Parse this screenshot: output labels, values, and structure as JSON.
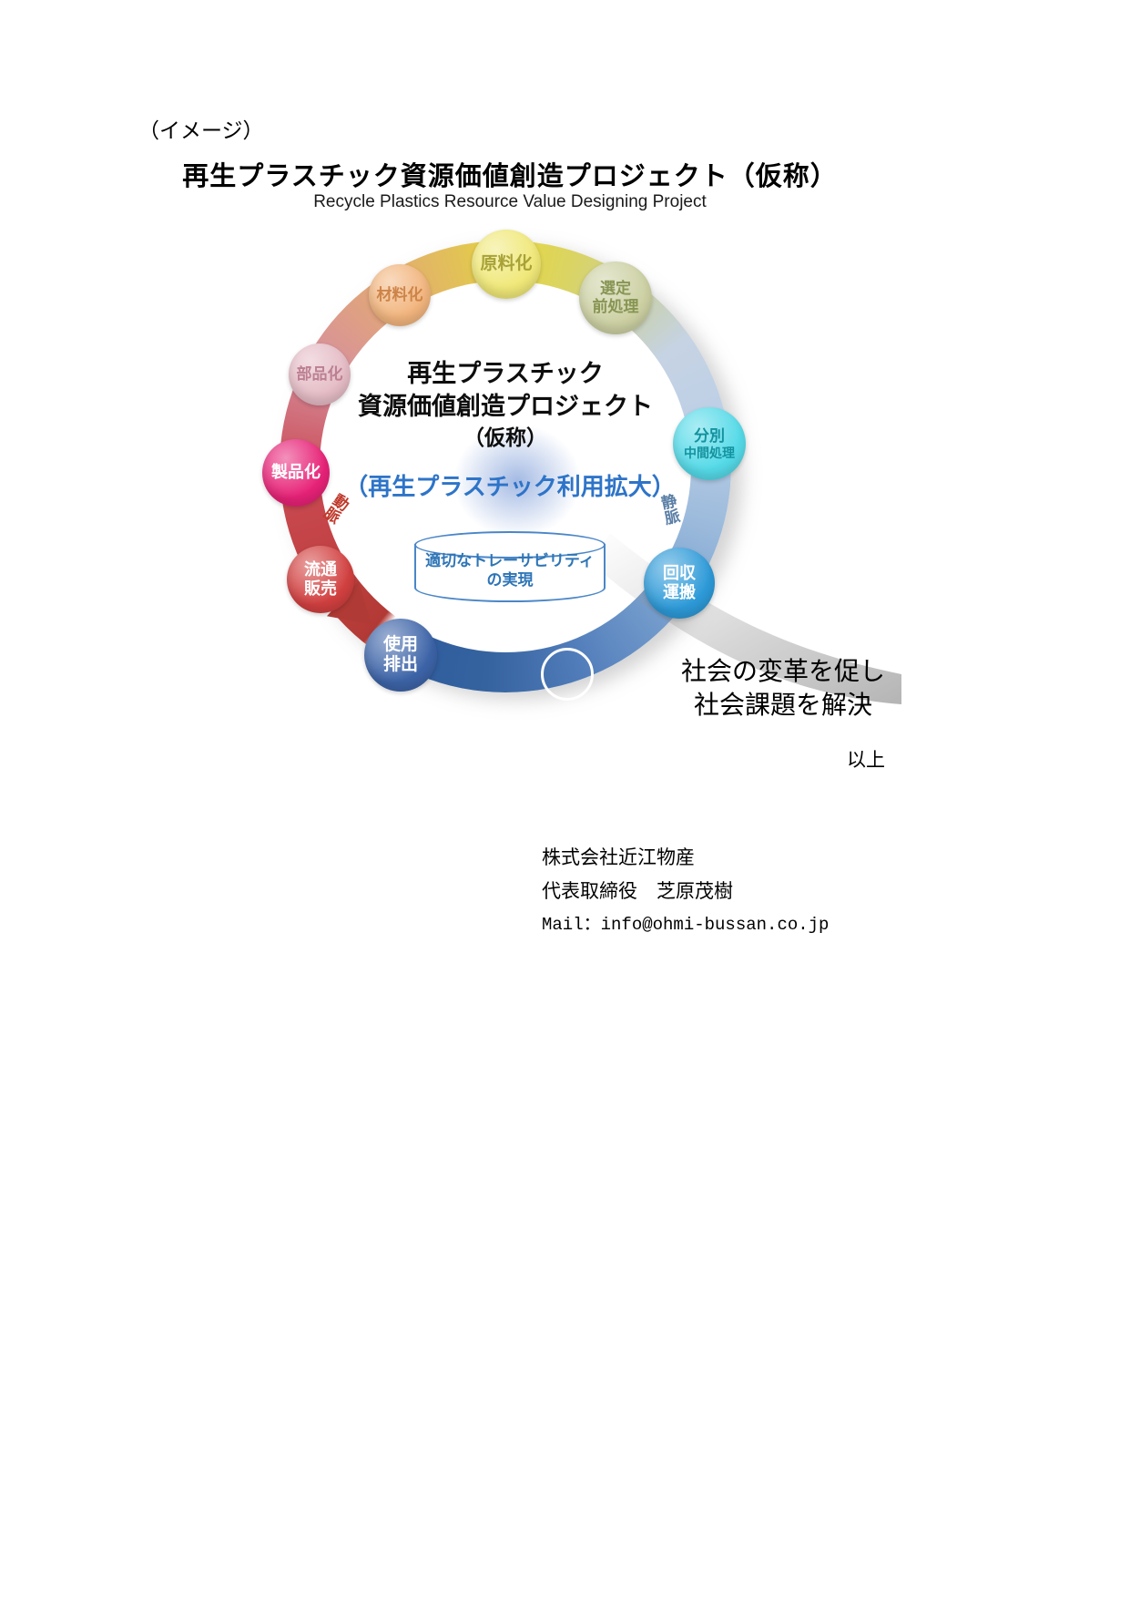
{
  "page": {
    "tag": "（イメージ）",
    "title": "再生プラスチック資源価値創造プロジェクト（仮称）",
    "subtitle": "Recycle Plastics Resource Value Designing Project",
    "closing": "以上"
  },
  "diagram": {
    "center_title": [
      "再生プラスチック",
      "資源価値創造プロジェクト",
      "（仮称）"
    ],
    "expansion_note": "（再生プラスチック利用拡大）",
    "cylinder": [
      "適切なトレーサビリティ",
      "の実現"
    ],
    "artery_label": "動脈",
    "vein_label": "静脈",
    "nodes": [
      {
        "name": "raw-material",
        "lines": [
          "原料化"
        ],
        "bg": "#f0e878",
        "fg": "#a8a238"
      },
      {
        "name": "selection-pretreatment",
        "lines": [
          "選定",
          "前処理"
        ],
        "bg": "#ccd0a2",
        "fg": "#879554"
      },
      {
        "name": "materialization",
        "lines": [
          "材料化"
        ],
        "bg": "#f2b57e",
        "fg": "#cd8448"
      },
      {
        "name": "parts",
        "lines": [
          "部品化"
        ],
        "bg": "#e5bcc6",
        "fg": "#bc7f92"
      },
      {
        "name": "sorting-intermediate",
        "lines": [
          "分別",
          "中間処理"
        ],
        "bg": "#55dae8",
        "fg": "#14929f"
      },
      {
        "name": "productization",
        "lines": [
          "製品化"
        ],
        "bg": "#e72277",
        "fg": "#ffffff"
      },
      {
        "name": "collection-transport",
        "lines": [
          "回収",
          "運搬"
        ],
        "bg": "#2d9ad8",
        "fg": "#ffffff"
      },
      {
        "name": "distribution-sales",
        "lines": [
          "流通",
          "販売"
        ],
        "bg": "#d24040",
        "fg": "#ffffff"
      },
      {
        "name": "use-discharge",
        "lines": [
          "使用",
          "排出"
        ],
        "bg": "#3d64a8",
        "fg": "#ffffff"
      }
    ],
    "social_message": [
      "社会の変革を促し",
      "社会課題を解決"
    ]
  },
  "footer": {
    "company": "株式会社近江物産",
    "representative": "代表取締役　芝原茂樹",
    "mail": "Mail：info@ohmi-bussan.co.jp"
  },
  "colors": {
    "expansion_text": "#2e74c8",
    "artery_label": "#c0392b",
    "vein_label": "#5b7fa6",
    "cylinder_stroke": "#4a86c8",
    "ring_bottom_blue": "#2f5c9e",
    "ring_top_yellow": "#e6d73e",
    "arrow_red": "#b03a35"
  }
}
